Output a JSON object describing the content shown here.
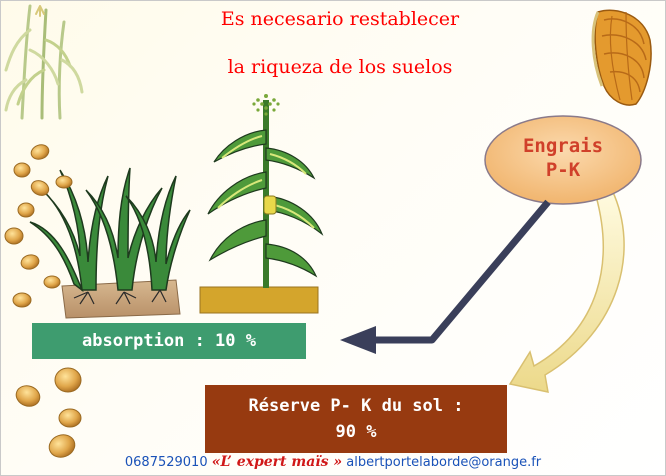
{
  "title": {
    "line1": "Es necesario restablecer",
    "line2": "la riqueza de los suelos"
  },
  "bubble": {
    "line1": "Engrais",
    "line2": "P-K"
  },
  "absorption": {
    "label": "absorption : 10 %"
  },
  "reserve": {
    "line1": "Réserve P- K du sol :",
    "line2": "90 %"
  },
  "footer": {
    "phone": "0687529010",
    "brand": "«L’ expert maïs »",
    "email": "albertportelaborde@orange.fr"
  },
  "colors": {
    "title": "#ff0000",
    "absorption_box": "#3e9c6f",
    "reserve_box": "#973a10",
    "bubble": "#f7c58b",
    "arrow": "#3a3f5a",
    "footer_link": "#1a52b8"
  },
  "icons": [
    "corn-stalks-icon",
    "corn-cob-icon",
    "maize-kernel-icon",
    "young-maize-plants-icon",
    "mature-maize-plant-icon"
  ]
}
